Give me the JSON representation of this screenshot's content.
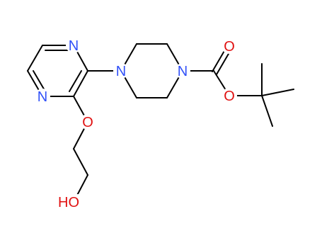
{
  "colors": {
    "bond": "#000000",
    "nitrogen": "#3050F8",
    "oxygen": "#E01010",
    "background": "#ffffff"
  },
  "labels": {
    "pyrazine_n_top": "N",
    "pyrazine_n_bottom": "N",
    "piperazine_n_left": "N",
    "piperazine_n_right": "N",
    "carbonyl_o": "O",
    "ester_o": "O",
    "ether_o": "O",
    "hydroxyl": "HO"
  }
}
